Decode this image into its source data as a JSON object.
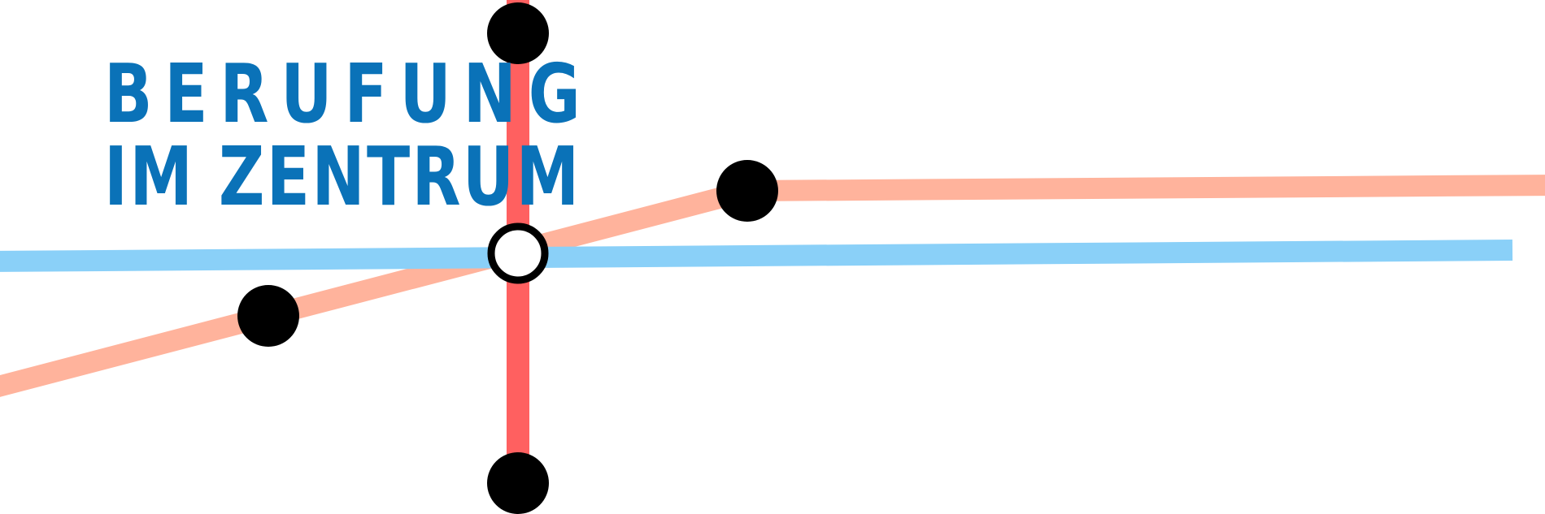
{
  "wordmark": {
    "line1": "BERUFUNG",
    "line2": "IM ZENTRUM"
  },
  "colors": {
    "wordmark": "#0a72b8",
    "red_line": "#ff6060",
    "salmon_line": "#ffb39c",
    "blue_line": "#8ad0f8",
    "station": "#000000",
    "interchange_fill": "#ffffff",
    "interchange_stroke": "#000000"
  },
  "lines": [
    {
      "id": "red-line",
      "color": "red_line",
      "orientation": "vertical"
    },
    {
      "id": "salmon-line",
      "color": "salmon_line",
      "orientation": "diagonal-then-horizontal"
    },
    {
      "id": "blue-line",
      "color": "blue_line",
      "orientation": "horizontal"
    }
  ],
  "stations": [
    {
      "id": "station-top",
      "type": "stop"
    },
    {
      "id": "station-bottom",
      "type": "stop"
    },
    {
      "id": "station-left",
      "type": "stop"
    },
    {
      "id": "station-right",
      "type": "stop"
    },
    {
      "id": "station-interchange",
      "type": "interchange"
    }
  ]
}
